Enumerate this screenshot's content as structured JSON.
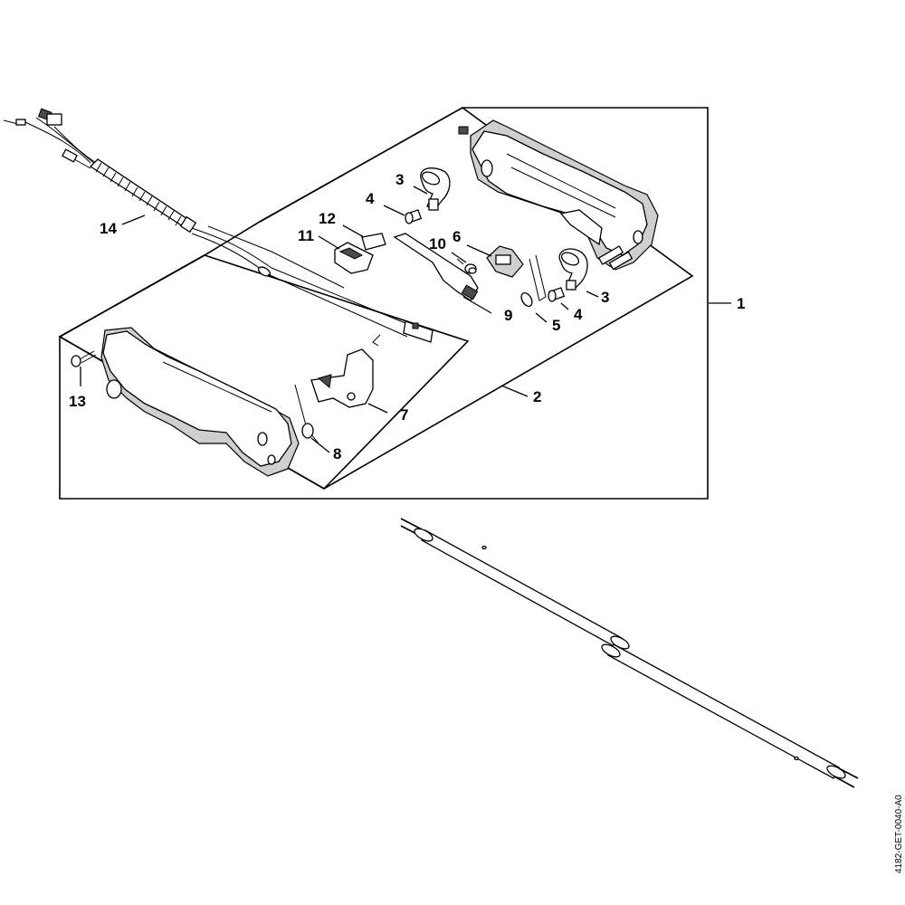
{
  "callouts": {
    "p1": "1",
    "p2": "2",
    "p3a": "3",
    "p3b": "3",
    "p4a": "4",
    "p4b": "4",
    "p5": "5",
    "p6": "6",
    "p7": "7",
    "p8": "8",
    "p9": "9",
    "p10": "10",
    "p11": "11",
    "p12": "12",
    "p13": "13",
    "p14": "14"
  },
  "drawing_id": "4182-GET-0040-A0"
}
